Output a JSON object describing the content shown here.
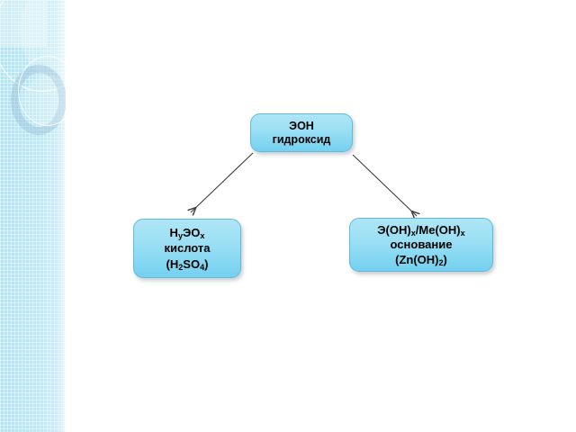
{
  "slide": {
    "background_color": "#ffffff",
    "sidebar": {
      "accent_color": "#b2e4f4",
      "decor": [
        {
          "name": "ring-large-outline"
        },
        {
          "name": "ring-large-fill"
        },
        {
          "name": "ring-thick"
        },
        {
          "name": "ring-thin-inner"
        },
        {
          "name": "ring-soft-fill"
        }
      ]
    }
  },
  "diagram": {
    "type": "flowchart",
    "node_fill_color": "#9bdff4",
    "node_border_color": "#63b9d6",
    "arrow_color": "#3f3f3f",
    "root": {
      "line1": "ЭОН",
      "line2": "гидроксид"
    },
    "acid": {
      "formula_prefix": "H",
      "formula_sub1": "y",
      "formula_mid": "ЭO",
      "formula_sub2": "x",
      "label": "кислота",
      "example_open": "(H",
      "example_sub1": "2",
      "example_mid": "SO",
      "example_sub2": "4",
      "example_close": ")"
    },
    "base": {
      "formula_part1": "Э(OH)",
      "formula_sub1": "x",
      "formula_part2": "/Me(OH)",
      "formula_sub2": "x",
      "label": "основание",
      "example_open": "(Zn(OH)",
      "example_sub1": "2",
      "example_close": ")"
    },
    "edges": [
      {
        "name": "edge-root-to-acid",
        "from": "root",
        "to": "acid",
        "direction": "down-left"
      },
      {
        "name": "edge-root-to-base",
        "from": "root",
        "to": "base",
        "direction": "down-right"
      }
    ]
  }
}
